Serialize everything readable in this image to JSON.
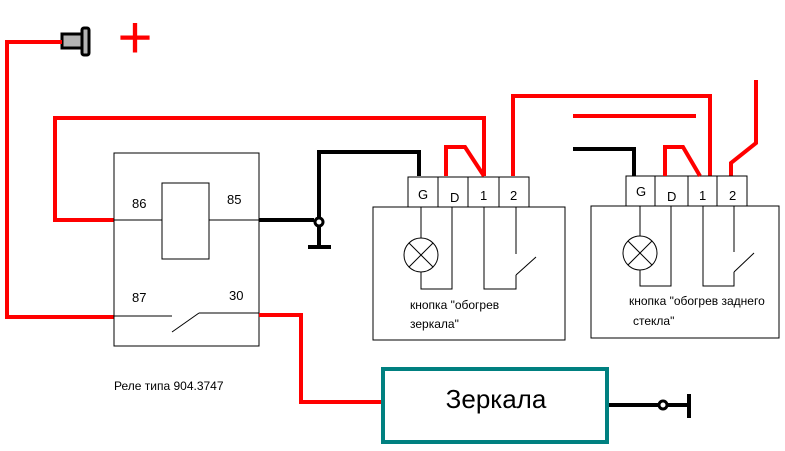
{
  "diagram": {
    "power_symbol": "+",
    "relay": {
      "pins": {
        "p86": "86",
        "p85": "85",
        "p87": "87",
        "p30": "30"
      },
      "caption": "Реле типа 904.3747"
    },
    "button_mirror": {
      "pins": [
        "G",
        "D",
        "1",
        "2"
      ],
      "caption_line1": "кнопка \"обогрев",
      "caption_line2": "зеркала\""
    },
    "button_rear": {
      "pins": [
        "G",
        "D",
        "1",
        "2"
      ],
      "caption_line1": "кнопка \"обогрев заднего",
      "caption_line2": "стекла\""
    },
    "load": {
      "label": "Зеркала",
      "border_color": "#008080"
    },
    "colors": {
      "positive_wire": "#ff0000",
      "ground_wire": "#000000"
    }
  }
}
